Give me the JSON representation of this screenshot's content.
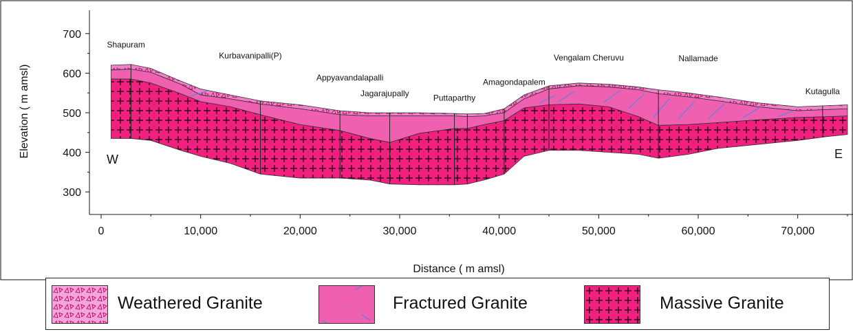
{
  "chart_data": {
    "type": "area",
    "xlabel": "Distance ( m amsl)",
    "ylabel": "Elevation ( m amsl)",
    "xlim": [
      0,
      75000
    ],
    "ylim": [
      250,
      750
    ],
    "x_ticks": [
      0,
      10000,
      20000,
      30000,
      40000,
      50000,
      60000,
      70000
    ],
    "x_tick_labels": [
      "0",
      "10,000",
      "20,000",
      "30,000",
      "40,000",
      "50,000",
      "60,000",
      "70,000"
    ],
    "y_ticks": [
      300,
      400,
      500,
      600,
      700
    ],
    "y_tick_labels": [
      "300",
      "400",
      "500",
      "600",
      "700"
    ],
    "ends": {
      "left": "W",
      "right": "E"
    },
    "colors": {
      "weathered": "#ee82c8",
      "fractured": "#f060b0",
      "massive": "#f0207e",
      "fracture_line": "#4f86e0",
      "borehole": "#222222"
    },
    "x": [
      1000,
      3000,
      5000,
      8000,
      10000,
      13000,
      16000,
      20000,
      24000,
      27000,
      29000,
      32000,
      35500,
      36800,
      38500,
      40500,
      42500,
      45000,
      48000,
      51000,
      54000,
      56000,
      59000,
      62000,
      66000,
      70000,
      73000,
      75000
    ],
    "series": [
      {
        "name": "Weathered Granite",
        "values": [
          620,
          622,
          612,
          580,
          560,
          545,
          530,
          520,
          505,
          500,
          500,
          500,
          498,
          497,
          498,
          510,
          545,
          568,
          575,
          572,
          565,
          558,
          550,
          540,
          525,
          515,
          518,
          520
        ]
      },
      {
        "name": "Fractured Granite",
        "values": [
          608,
          610,
          602,
          572,
          545,
          535,
          522,
          510,
          495,
          492,
          492,
          492,
          492,
          490,
          492,
          500,
          535,
          560,
          568,
          565,
          558,
          548,
          540,
          530,
          515,
          505,
          508,
          510
        ]
      },
      {
        "name": "Massive Granite",
        "values": [
          585,
          585,
          575,
          548,
          528,
          515,
          495,
          470,
          455,
          435,
          425,
          448,
          460,
          460,
          470,
          480,
          512,
          520,
          522,
          515,
          490,
          468,
          470,
          475,
          482,
          488,
          490,
          492
        ]
      }
    ],
    "base": [
      435,
      435,
      430,
      405,
      390,
      372,
      345,
      335,
      335,
      330,
      320,
      318,
      318,
      320,
      330,
      345,
      390,
      405,
      405,
      400,
      395,
      385,
      395,
      410,
      420,
      430,
      440,
      445
    ],
    "boreholes": [
      3000,
      16000,
      24000,
      29000,
      35500,
      36800,
      40500,
      45000,
      56000,
      72500
    ],
    "locations": [
      {
        "name": "Shapuram",
        "x": 2500,
        "y": 665
      },
      {
        "name": "Kurbavanipalli(P)",
        "x": 15000,
        "y": 637
      },
      {
        "name": "Appyavandalapalli",
        "x": 25000,
        "y": 582
      },
      {
        "name": "Jagarajupally",
        "x": 28500,
        "y": 542
      },
      {
        "name": "Puttaparthy",
        "x": 35500,
        "y": 530
      },
      {
        "name": "Amagondapalem",
        "x": 41500,
        "y": 570
      },
      {
        "name": "Vengalam Cheruvu",
        "x": 49000,
        "y": 632
      },
      {
        "name": "Nallamade",
        "x": 60000,
        "y": 630
      },
      {
        "name": "Kutagulla",
        "x": 72500,
        "y": 547
      }
    ]
  },
  "legend": {
    "items": [
      {
        "label": "Weathered Granite"
      },
      {
        "label": "Fractured Granite"
      },
      {
        "label": "Massive Granite"
      }
    ]
  }
}
